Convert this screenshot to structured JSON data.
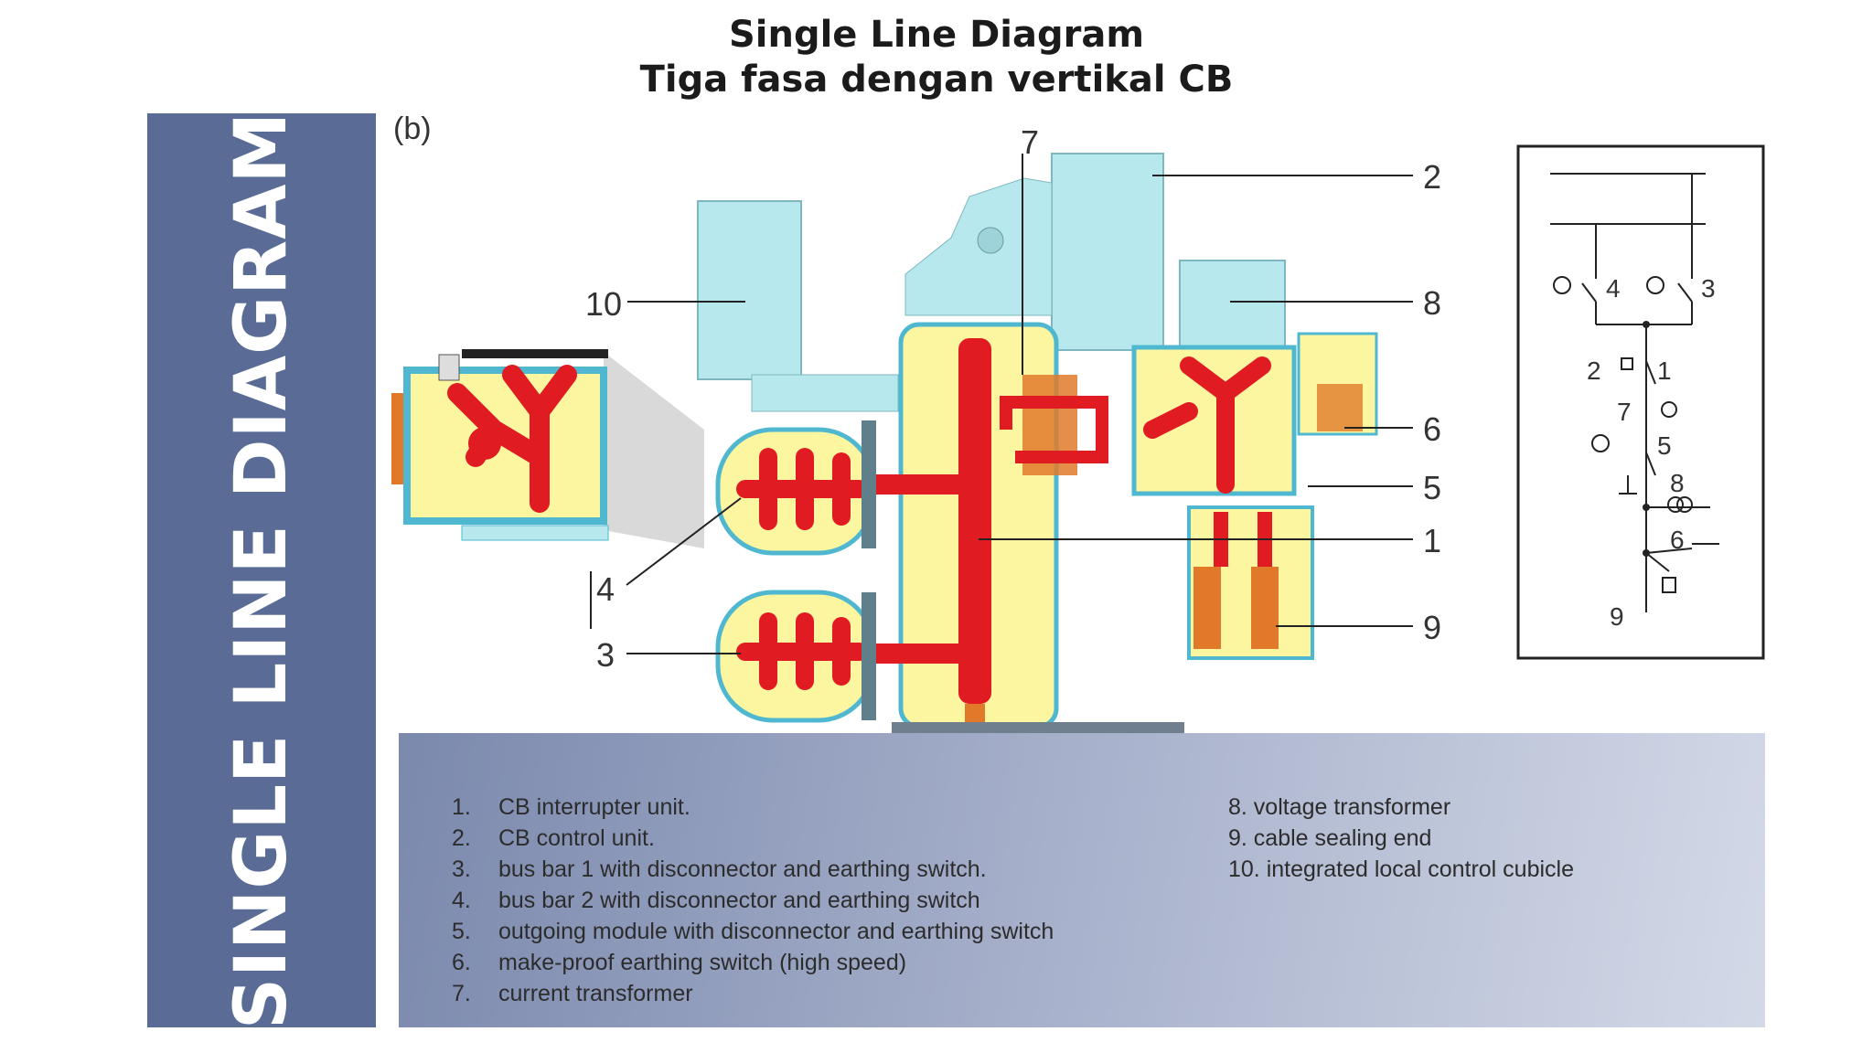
{
  "title": {
    "line1": "Single Line Diagram",
    "line2": "Tiga fasa dengan vertikal CB"
  },
  "side_banner": {
    "text": "SINGLE LINE DIAGRAM"
  },
  "figure": {
    "panel_label": "(b)",
    "callouts": [
      "10",
      "7",
      "2",
      "8",
      "6",
      "5",
      "1",
      "9",
      "4",
      "3"
    ],
    "schematic_labels": [
      "4",
      "3",
      "2",
      "1",
      "7",
      "5",
      "8",
      "6",
      "9"
    ]
  },
  "legend": {
    "left": [
      {
        "num": "1.",
        "text": "CB interrupter unit."
      },
      {
        "num": "2.",
        "text": "CB control unit."
      },
      {
        "num": "3.",
        "text": "bus bar 1 with disconnector and earthing switch."
      },
      {
        "num": "4.",
        "text": "bus bar 2 with disconnector and earthing switch"
      },
      {
        "num": "5.",
        "text": "outgoing module with disconnector and earthing switch"
      },
      {
        "num": "6.",
        "text": "make-proof earthing switch (high speed)"
      },
      {
        "num": "7.",
        "text": "current transformer"
      }
    ],
    "right": [
      {
        "text": "8. voltage transformer"
      },
      {
        "text": "9. cable sealing end"
      },
      {
        "text": "10. integrated local control cubicle"
      }
    ]
  },
  "colors": {
    "banner": "#5a6c96",
    "enclosure_yellow": "#fdf6a0",
    "conductor_red": "#e11b22",
    "module_cyan": "#b7e8ee",
    "flange_blue": "#4fb8d0"
  }
}
